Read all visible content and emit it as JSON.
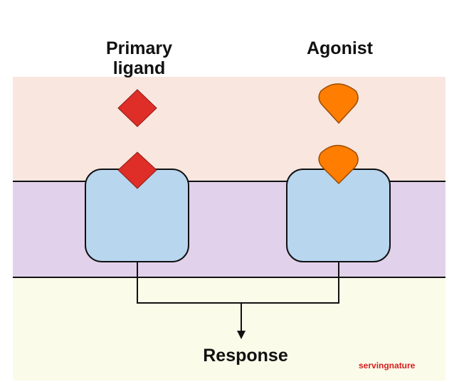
{
  "labels": {
    "primary_ligand": "Primary\nligand",
    "agonist": "Agonist",
    "response": "Response"
  },
  "watermark": "servingnature",
  "colors": {
    "extracellular": "#f8e6df",
    "membrane": "#e1d1ea",
    "intracellular": "#fbfbe9",
    "receptor_fill": "#b8d6ee",
    "receptor_stroke": "#101010",
    "primary_ligand": "#df2d27",
    "agonist": "#ff7d00",
    "line": "#111111",
    "watermark": "#d71d1d"
  },
  "icons": {
    "primary_ligand": "red-diamond-icon",
    "agonist": "orange-teardrop-icon",
    "receptor": "rounded-square-icon",
    "response_arrow": "arrow-down-icon"
  }
}
